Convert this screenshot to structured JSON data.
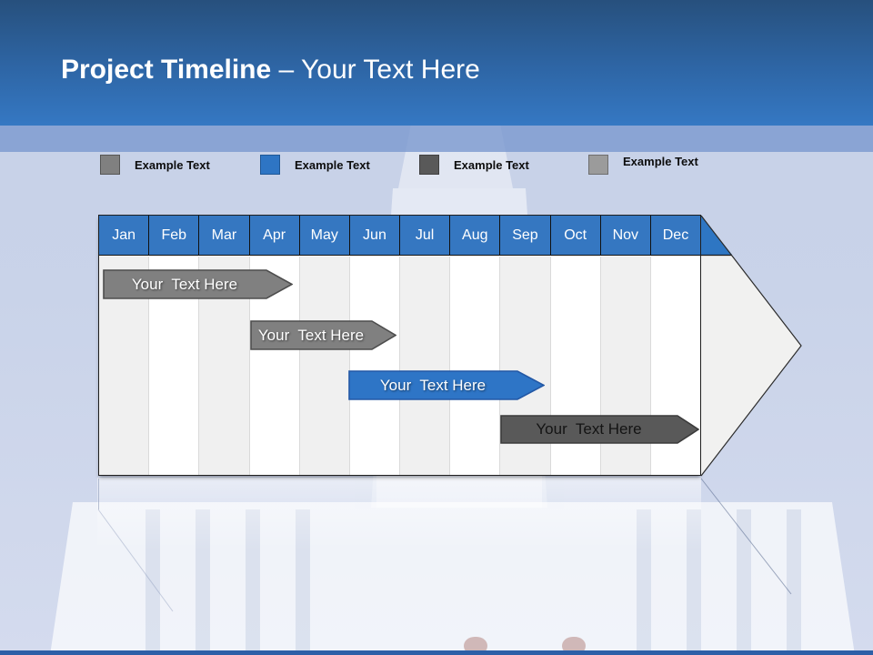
{
  "slide": {
    "title_bold": "Project Timeline",
    "title_light": "– Your Text Here"
  },
  "legend": {
    "items": [
      {
        "label": "Example Text",
        "color": "#808080",
        "border": "#555555"
      },
      {
        "label": "Example Text",
        "color": "#2E75C4",
        "border": "#1F5795"
      },
      {
        "label": "Example Text",
        "color": "#595959",
        "border": "#404040"
      },
      {
        "label": "Example Text",
        "color": "#9B9B9B",
        "border": "#6E6E6E"
      }
    ]
  },
  "chart_data": {
    "type": "gantt",
    "title": "Project Timeline – Your Text Here",
    "categories": [
      "Jan",
      "Feb",
      "Mar",
      "Apr",
      "May",
      "Jun",
      "Jul",
      "Aug",
      "Sep",
      "Oct",
      "Nov",
      "Dec"
    ],
    "header_color": "#3577C1",
    "grid": true,
    "bars": [
      {
        "label": "Your  Text Here",
        "start": "Jan",
        "end": "Apr",
        "color": "#808080",
        "border": "#4D4D4D",
        "text_color": "#FFFFFF"
      },
      {
        "label": "Your  Text Here",
        "start": "Apr",
        "end": "Jun",
        "color": "#808080",
        "border": "#4D4D4D",
        "text_color": "#FFFFFF"
      },
      {
        "label": "Your  Text Here",
        "start": "Jun",
        "end": "Sep",
        "color": "#2E75C6",
        "border": "#2358A5",
        "text_color": "#FFFFFF"
      },
      {
        "label": "Your  Text Here",
        "start": "Sep",
        "end": "Dec",
        "color": "#595959",
        "border": "#3B3B3B",
        "text_color": "#141414"
      }
    ]
  }
}
